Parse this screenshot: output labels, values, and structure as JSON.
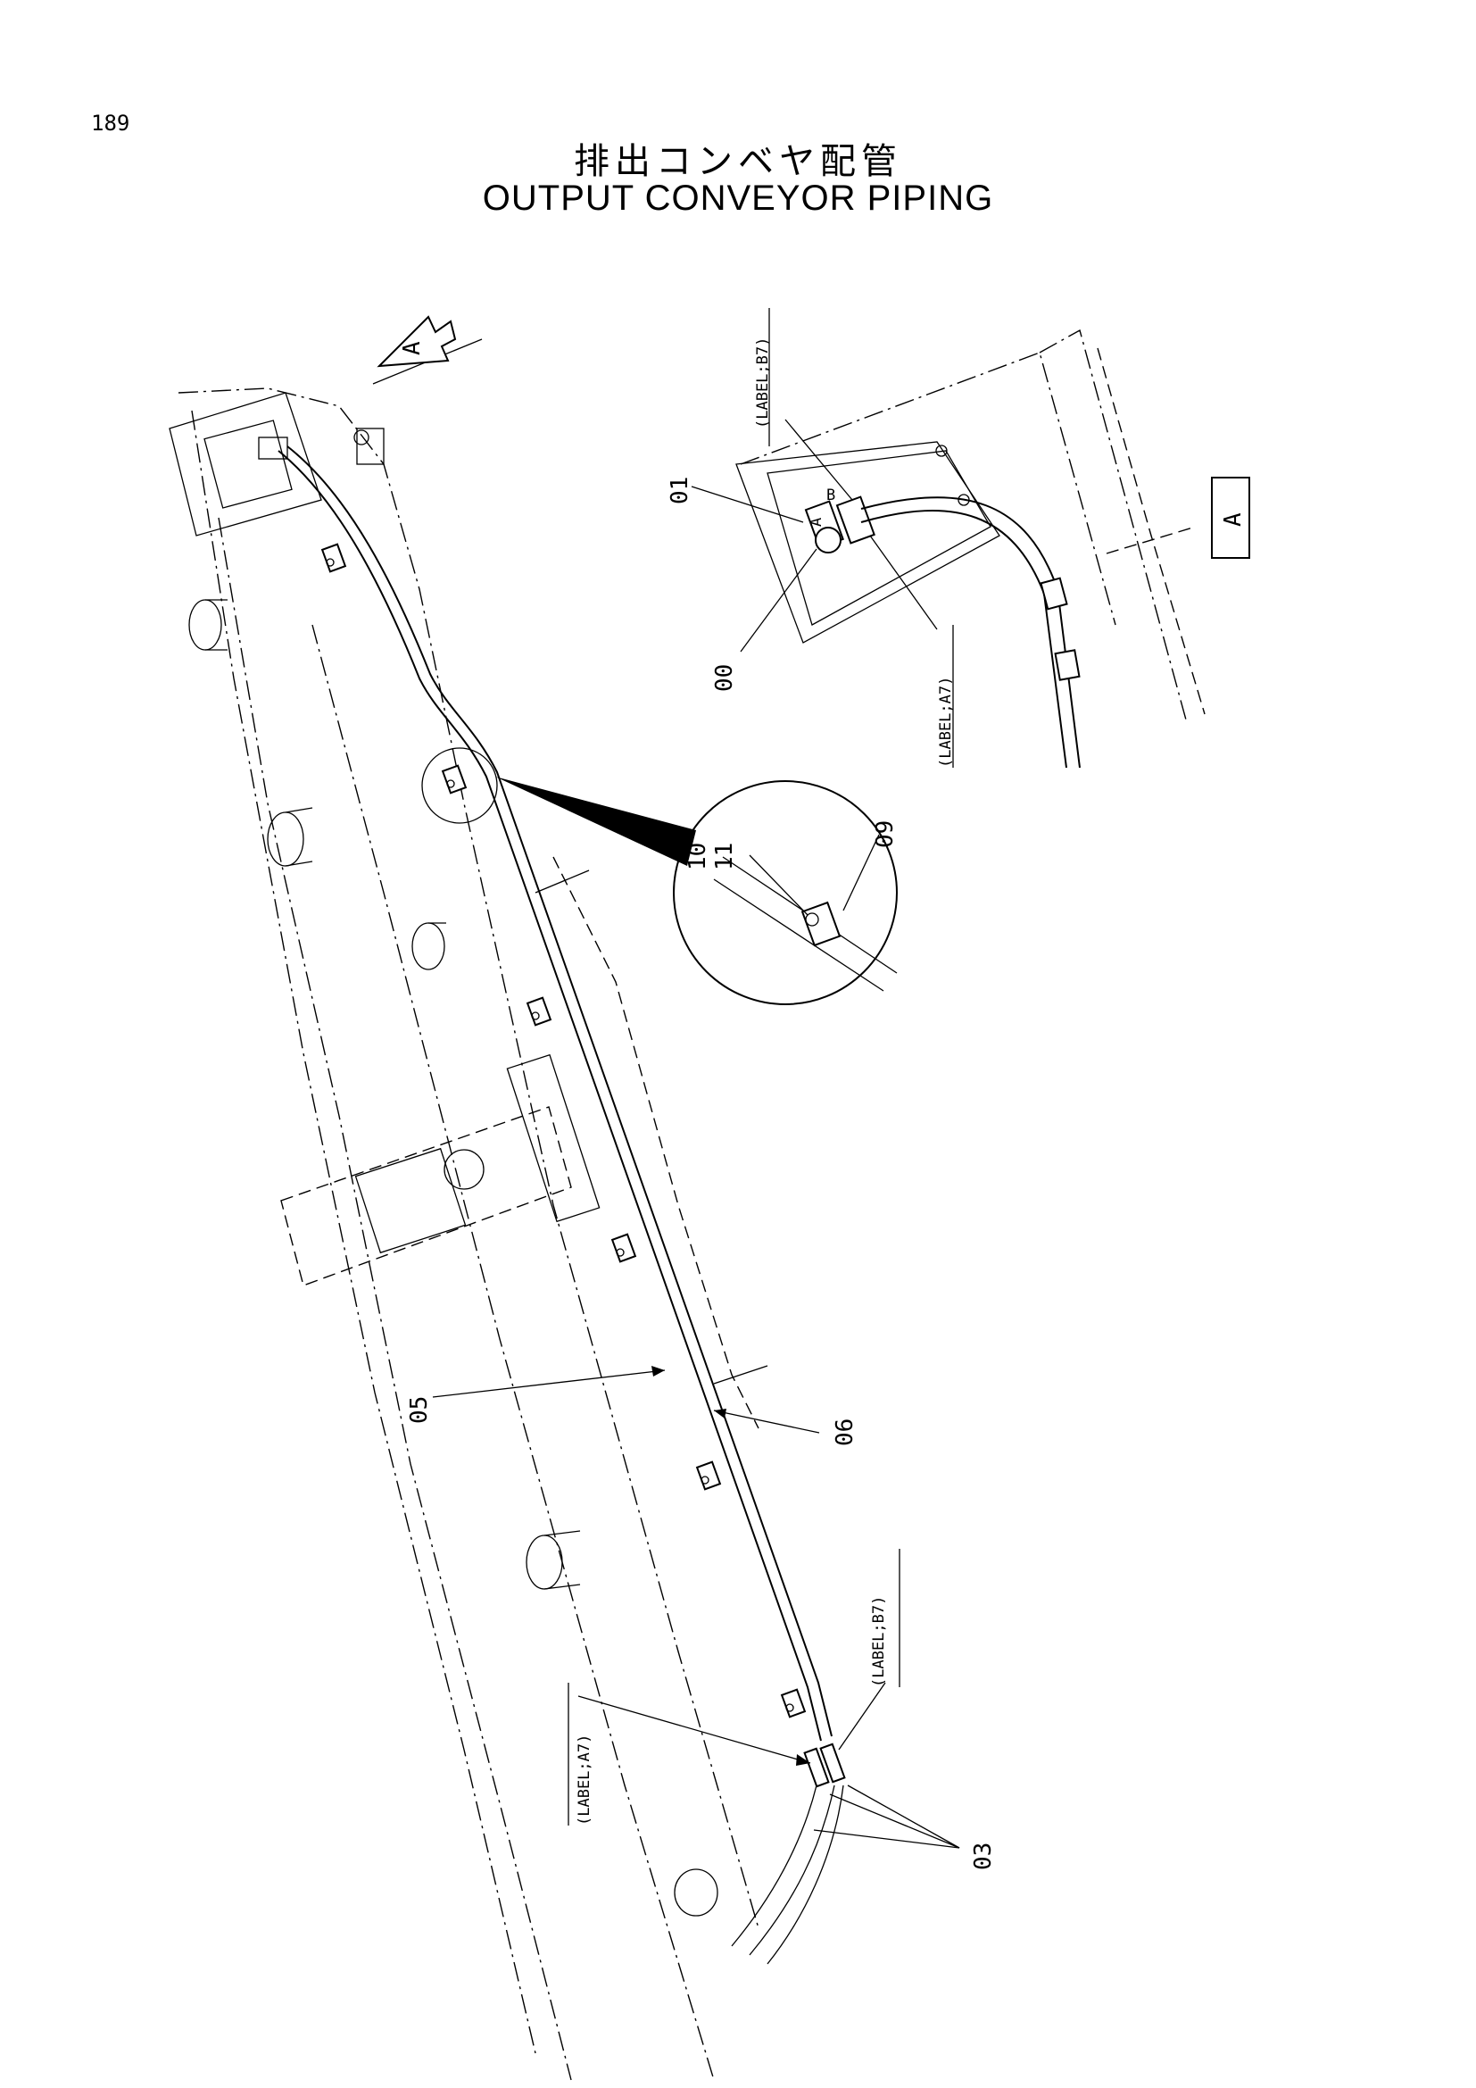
{
  "page": {
    "number": "189"
  },
  "title": {
    "japanese": "排出コンベヤ配管",
    "english": "OUTPUT CONVEYOR PIPING"
  },
  "view_marker": {
    "label": "A"
  },
  "detail_view": {
    "label": "A"
  },
  "callouts": {
    "c00": "00",
    "c01": "01",
    "c03": "03",
    "c05": "05",
    "c06": "06",
    "c09": "09",
    "c10": "10",
    "c11": "11",
    "label_b7_top": "(LABEL;B7)",
    "label_a7_top": "(LABEL;A7)",
    "label_b7_bottom": "(LABEL;B7)",
    "label_a7_bottom": "(LABEL;A7)",
    "small_a": "A",
    "small_b": "B"
  }
}
